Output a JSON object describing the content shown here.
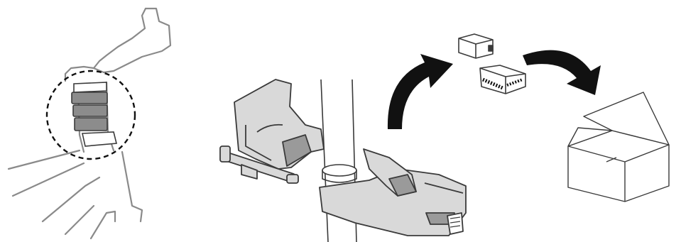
{
  "diagram": {
    "steps": [
      {
        "id": "frame-detail",
        "icon": "bicycle-frame-seat-tube-with-spacers-icon",
        "highlight": "dashed-circle"
      },
      {
        "id": "mount-on-tube",
        "icon": "bracket-clamp-mount-icon"
      },
      {
        "id": "remove-spacers",
        "icon": "curved-arrow-up-icon"
      },
      {
        "id": "store-spacers",
        "icon": "curved-arrow-down-icon",
        "target": "box-icon"
      }
    ],
    "colors": {
      "outline": "#3a3a3a",
      "part_fill": "#d9d9d9",
      "part_dark": "#9a9a9a",
      "spacer_fill": "#8c8c8c",
      "arrow_fill": "#111111",
      "frame_stroke": "#8a8a8a"
    }
  }
}
